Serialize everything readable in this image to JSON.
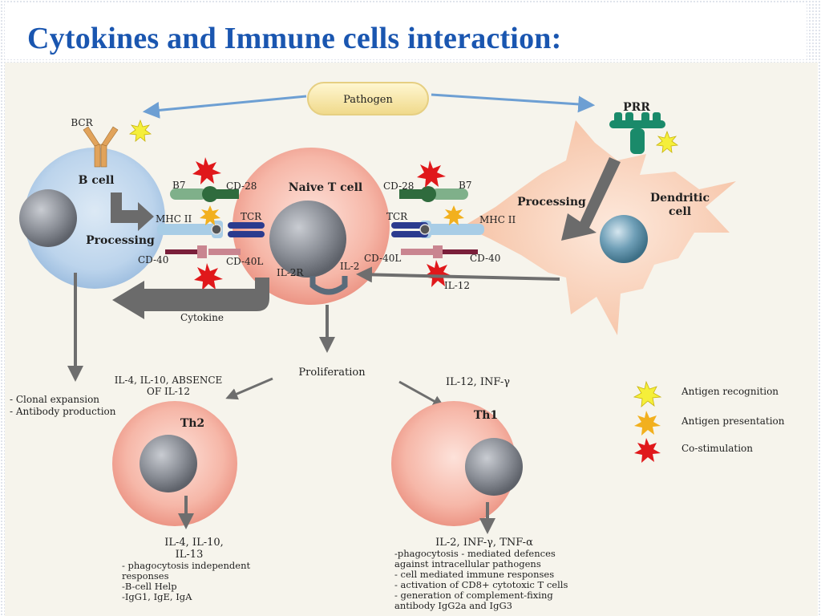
{
  "title": "Cytokines and Immune cells interaction:",
  "pathogen": "Pathogen",
  "bcr": "BCR",
  "prr": "PRR",
  "b_cell": "B cell",
  "naive_t_cell": "Naive T cell",
  "dendritic_cell_line1": "Dendritic",
  "dendritic_cell_line2": "cell",
  "processing_left": "Processing",
  "processing_right": "Processing",
  "b7_left": "B7",
  "b7_right": "B7",
  "cd28_left": "CD-28",
  "cd28_right": "CD-28",
  "mhc2_left": "MHC II",
  "mhc2_right": "MHC II",
  "tcr_left": "TCR",
  "tcr_right": "TCR",
  "cd40_left": "CD-40",
  "cd40_right": "CD-40",
  "cd40l_left": "CD-40L",
  "cd40l_right": "CD-40L",
  "il2r": "IL-2R",
  "il2": "IL-2",
  "il12": "IL-12",
  "cytokine": "Cytokine",
  "proliferation": "Proliferation",
  "th2_input_line1": "IL-4, IL-10, ABSENCE",
  "th2_input_line2": "OF IL-12",
  "th1_input": "IL-12, INF-γ",
  "b_outcomes": [
    "- Clonal expansion",
    "- Antibody production"
  ],
  "th2": "Th2",
  "th1": "Th1",
  "th2_output_line1": "IL-4, IL-10,",
  "th2_output_line2": "IL-13",
  "th2_effects": [
    "- phagocytosis independent",
    "responses",
    "-B-cell Help",
    "-IgG1, IgE, IgA"
  ],
  "th1_output": "IL-2, INF-γ, TNF-α",
  "th1_effects": [
    "-phagocytosis - mediated defences",
    "against intracellular pathogens",
    "- cell mediated immune responses",
    "- activation of CD8+ cytotoxic T cells",
    "- generation of complement-fixing",
    "antibody IgG2a and IgG3"
  ],
  "legend": [
    {
      "label": "Antigen recognition",
      "color": "#f5ef3a"
    },
    {
      "label": "Antigen presentation",
      "color": "#f2b01e"
    },
    {
      "label": "Co-stimulation",
      "color": "#e0181b"
    }
  ]
}
